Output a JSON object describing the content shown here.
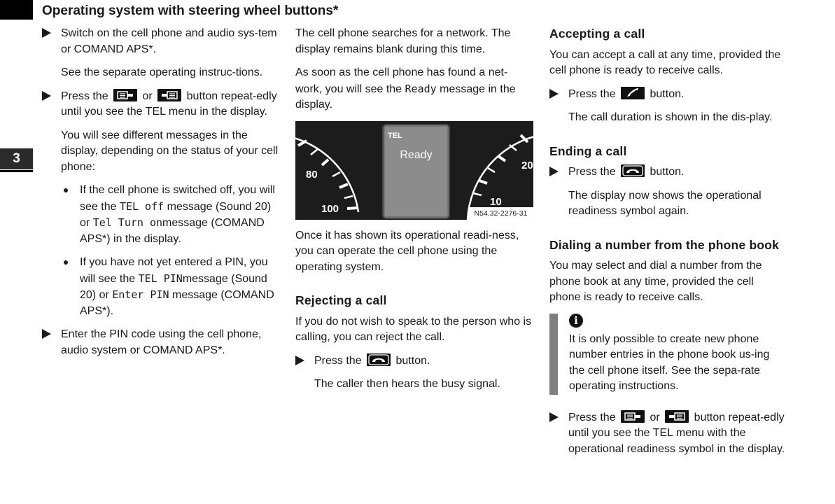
{
  "header": {
    "title": "Operating system with steering wheel buttons*"
  },
  "chapter": {
    "number": "3"
  },
  "col1": {
    "step1": "Switch on the cell phone and audio sys-tem or COMAND APS*.",
    "step1_note": "See the separate operating instruc-tions.",
    "step2_pre": "Press the",
    "step2_or": "or",
    "step2_post": "button repeat-edly until you see the TEL menu in the display.",
    "messages_intro": "You will see different messages in the display, depending on the status of your cell phone:",
    "bullet1_a": "If the cell phone is switched off, you will see the",
    "bullet1_code1": "TEL off",
    "bullet1_b": "message (Sound 20) or",
    "bullet1_code2": "Tel Turn on",
    "bullet1_c": "message (COMAND APS*) in the display.",
    "bullet2_a": "If you have not yet entered a PIN, you will see the",
    "bullet2_code1": "TEL PIN",
    "bullet2_b": "message (Sound 20) or",
    "bullet2_code2": "Enter PIN",
    "bullet2_c": "message (COMAND APS*).",
    "step3": "Enter the PIN code using the cell phone, audio system or COMAND APS*."
  },
  "col2": {
    "p1": "The cell phone searches for a network. The display remains blank during this time.",
    "p2_a": "As soon as the cell phone has found a net-work, you will see the",
    "p2_code": "Ready",
    "p2_b": "message in the display.",
    "figure": {
      "screen_label": "TEL",
      "screen_text": "Ready",
      "gauge_left": [
        "80",
        "100"
      ],
      "gauge_right": [
        "20",
        "10"
      ],
      "figure_id": "N54.32-2276-31"
    },
    "p3": "Once it has shown its operational readi-ness, you can operate the cell phone using the operating system.",
    "rejecting": {
      "heading": "Rejecting a call",
      "text": "If you do not wish to speak to the person who is calling, you can reject the call.",
      "step_pre": "Press the",
      "step_post": "button.",
      "result": "The caller then hears the busy signal."
    }
  },
  "col3": {
    "accepting": {
      "heading": "Accepting a call",
      "text": "You can accept a call at any time, provided the cell phone is ready to receive calls.",
      "step_pre": "Press the",
      "step_post": "button.",
      "result": "The call duration is shown in the dis-play."
    },
    "ending": {
      "heading": "Ending a call",
      "step_pre": "Press the",
      "step_post": "button.",
      "result": "The display now shows the operational readiness symbol again."
    },
    "dialing": {
      "heading": "Dialing a number from the phone book",
      "text": "You may select and dial a number from the phone book at any time, provided the cell phone is ready to receive calls.",
      "info_icon": "i",
      "info_text": "It is only possible to create new phone number entries in the phone book us-ing the cell phone itself. See the sepa-rate operating instructions.",
      "step_pre": "Press the",
      "step_or": "or",
      "step_post": "button repeat-edly until you see the TEL menu with the operational readiness symbol in the display."
    }
  },
  "icons": {
    "menu_left_button": "menu-forward-icon",
    "menu_right_button": "menu-back-icon",
    "phone_accept": "phone-accept-icon",
    "phone_end": "phone-end-icon",
    "info": "info-icon",
    "bullet_arrow": "triangle-right-icon"
  }
}
